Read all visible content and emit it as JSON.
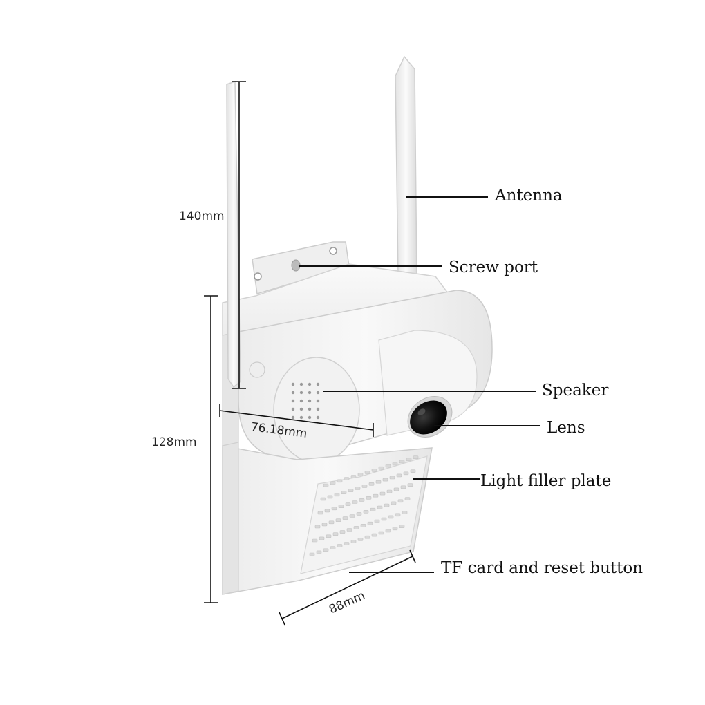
{
  "callouts": {
    "antenna": "Antenna",
    "screw_port": "Screw port",
    "speaker": "Speaker",
    "lens": "Lens",
    "light_filler_plate": "Light filler plate",
    "tf_card_reset": "TF card and reset button"
  },
  "dimensions": {
    "antenna_height": "140mm",
    "body_height": "128mm",
    "body_width": "76.18mm",
    "base_width": "88mm"
  },
  "colors": {
    "background": "#ffffff",
    "housing": "#f4f4f4",
    "housing_shade": "#dcdcdc",
    "outline": "#c8c8c8",
    "lens": "#141414",
    "line": "#111111"
  }
}
